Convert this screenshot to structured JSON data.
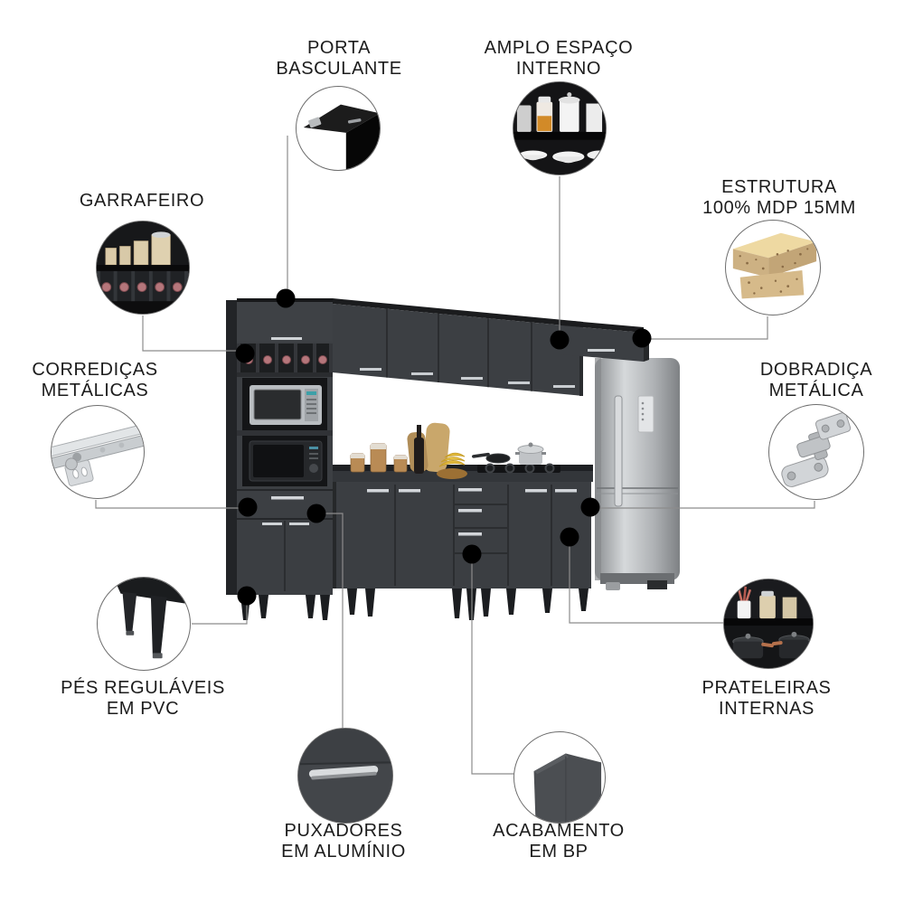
{
  "page": {
    "background": "#ffffff"
  },
  "product": {
    "name": "modular-kitchen-cabinet-set",
    "colors": {
      "cabinet": "#3b3e42",
      "cabinet_dark": "#1d1f22",
      "handle": "#d2d5d9",
      "fridge_steel": "#b9bcbe",
      "callout_dot": "#000000",
      "callout_line": "#8c8c8c",
      "label_text": "#1c1c1c",
      "wood_mdp": "#cdb183"
    }
  },
  "features": [
    {
      "id": "porta-basculante",
      "line1": "PORTA",
      "line2": "BASCULANTE",
      "icon": "flip-up-door-photo"
    },
    {
      "id": "amplo-espaco-interno",
      "line1": "AMPLO ESPAÇO",
      "line2": "INTERNO",
      "icon": "inner-shelf-jars-photo"
    },
    {
      "id": "garrafeiro",
      "line1": "GARRAFEIRO",
      "line2": "",
      "icon": "bottle-rack-photo"
    },
    {
      "id": "estrutura-mdp",
      "line1": "ESTRUTURA",
      "line2": "100% MDP 15MM",
      "icon": "mdp-board-photo"
    },
    {
      "id": "corredicas-metalicas",
      "line1": "CORREDIÇAS",
      "line2": "METÁLICAS",
      "icon": "metal-drawer-slide-photo"
    },
    {
      "id": "dobradica-metalica",
      "line1": "DOBRADIÇA",
      "line2": "METÁLICA",
      "icon": "metal-hinge-photo"
    },
    {
      "id": "pes-regulaveis-pvc",
      "line1": "PÉS REGULÁVEIS",
      "line2": "EM PVC",
      "icon": "adjustable-feet-photo"
    },
    {
      "id": "prateleiras-internas",
      "line1": "PRATELEIRAS",
      "line2": "INTERNAS",
      "icon": "internal-shelves-photo"
    },
    {
      "id": "puxadores-aluminio",
      "line1": "PUXADORES",
      "line2": "EM ALUMÍNIO",
      "icon": "aluminum-handle-photo"
    },
    {
      "id": "acabamento-bp",
      "line1": "ACABAMENTO",
      "line2": "EM BP",
      "icon": "bp-finish-photo"
    }
  ]
}
